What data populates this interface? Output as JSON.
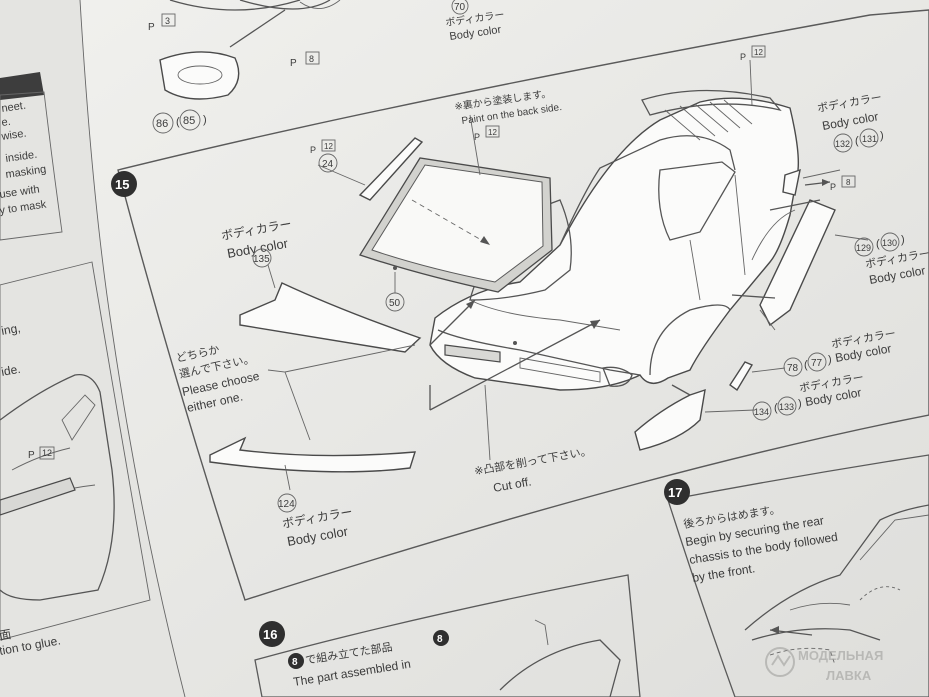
{
  "left_page": {
    "fragments": [
      "neet.",
      "e.",
      "wise.",
      "inside.",
      "masking",
      "use with",
      "y to mask",
      "ing,",
      "ide.",
      "tion to glue.",
      "面"
    ],
    "ph12_label": "12"
  },
  "top_area": {
    "ph3": "3",
    "ph8": "8",
    "part_86_85": [
      "86",
      "85"
    ],
    "num_70": "70",
    "body_color_jp": "ボディカラー",
    "body_color_en": "Body color"
  },
  "step15": {
    "step_number": "15",
    "back_note_jp": "※裏から塗装します。",
    "back_note_en": "Paint on the back side.",
    "ph12_top": "12",
    "ph12_left": "12",
    "ph12_right": "12",
    "ph8_right": "8",
    "part_24": "24",
    "part_50": "50",
    "part_135": "135",
    "part_124": "124",
    "part_132_131": [
      "132",
      "131"
    ],
    "part_129_130": [
      "129",
      "130"
    ],
    "part_78_77": [
      "78",
      "77"
    ],
    "part_134_133": [
      "134",
      "133"
    ],
    "body_color_jp": "ボディカラー",
    "body_color_en": "Body color",
    "choose_jp_1": "どちらか",
    "choose_jp_2": "選んで下さい。",
    "choose_en_1": "Please choose",
    "choose_en_2": "either one.",
    "cut_jp": "※凸部を削って下さい。",
    "cut_en": "Cut off."
  },
  "step16": {
    "step_number": "16",
    "ref_num": "8",
    "line_jp": "で組み立てた部品",
    "line_en": "The part assembled in"
  },
  "step17": {
    "step_number": "17",
    "line_jp": "後ろからはめます。",
    "line_en_1": "Begin by securing the rear",
    "line_en_2": "chassis to the body followed",
    "line_en_3": "by the front."
  },
  "watermark": {
    "line1": "МОДЕЛЬНАЯ",
    "line2": "ЛАВКА"
  }
}
